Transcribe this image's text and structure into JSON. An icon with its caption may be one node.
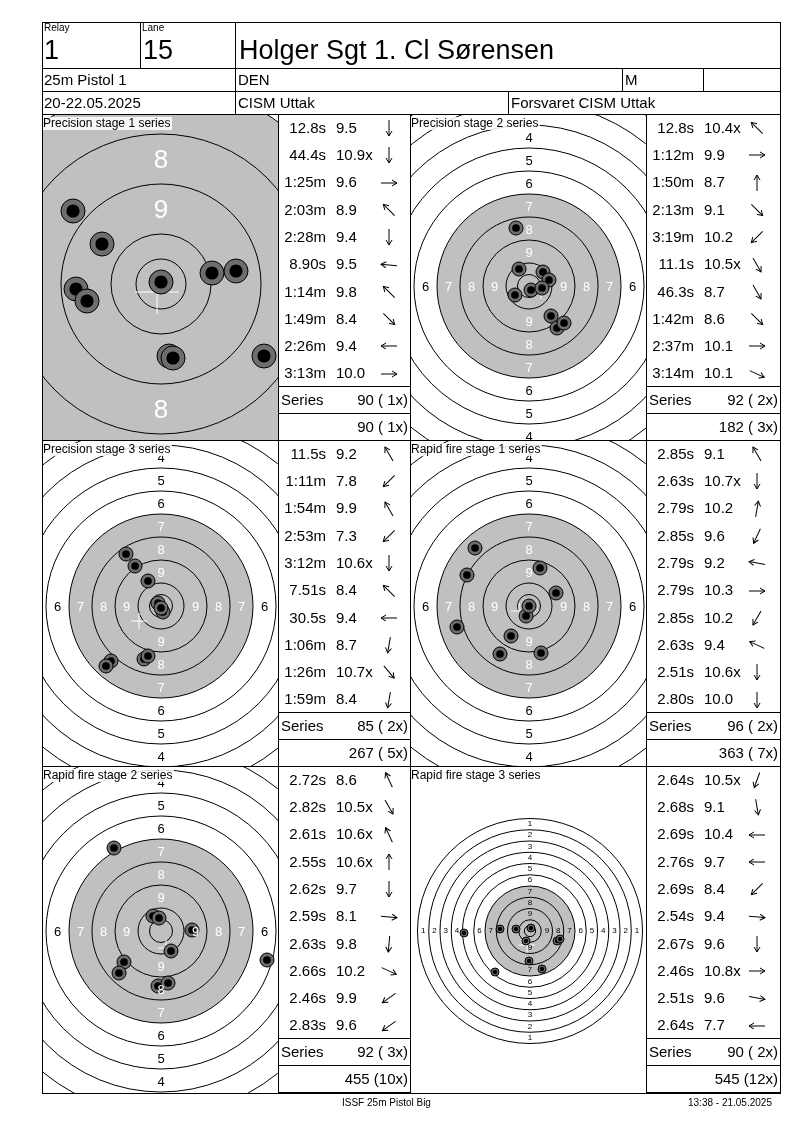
{
  "diagram": {
    "labels": [
      "Relay",
      "Lane",
      "1",
      "15",
      "Holger Sgt 1. Cl Sørensen",
      "25m Pistol 1",
      "DEN",
      "M",
      "20-22.05.2025",
      "CISM Uttak",
      "Forsvaret CISM Uttak",
      "Precision stage 1 series",
      "8",
      "9",
      "8",
      "12.8s",
      "9.5",
      "44.4s",
      "10.9x",
      "1:25m",
      "9.6",
      "2:03m",
      "8.9",
      "2:28m",
      "9.4",
      "8.90s",
      "9.5",
      "1:14m",
      "9.8",
      "1:49m",
      "8.4",
      "2:26m",
      "9.4",
      "3:13m",
      "10.0",
      "Series",
      "90 ( 1x)",
      "90 ( 1x)",
      "Precision stage 2 series",
      "4",
      "5",
      "6",
      "7",
      "8",
      "9",
      "6",
      "7",
      "8",
      "9",
      "9",
      "8",
      "7",
      "6",
      "9",
      "8",
      "7",
      "6",
      "5",
      "4",
      "12.8s",
      "10.4x",
      "1:12m",
      "9.9",
      "1:50m",
      "8.7",
      "2:13m",
      "9.1",
      "3:19m",
      "10.2",
      "11.1s",
      "10.5x",
      "46.3s",
      "8.7",
      "1:42m",
      "8.6",
      "2:37m",
      "10.1",
      "3:14m",
      "10.1",
      "Series",
      "92 ( 2x)",
      "182 ( 3x)",
      "Precision stage 3 series",
      "4",
      "5",
      "6",
      "7",
      "8",
      "9",
      "6",
      "7",
      "8",
      "9",
      "9",
      "8",
      "7",
      "6",
      "9",
      "8",
      "7",
      "6",
      "5",
      "4",
      "11.5s",
      "9.2",
      "1:11m",
      "7.8",
      "1:54m",
      "9.9",
      "2:53m",
      "7.3",
      "3:12m",
      "10.6x",
      "7.51s",
      "8.4",
      "30.5s",
      "9.4",
      "1:06m",
      "8.7",
      "1:26m",
      "10.7x",
      "1:59m",
      "8.4",
      "Series",
      "85 ( 2x)",
      "267 ( 5x)",
      "Rapid fire stage 1 series",
      "4",
      "5",
      "6",
      "7",
      "8",
      "9",
      "6",
      "7",
      "8",
      "9",
      "9",
      "8",
      "7",
      "6",
      "9",
      "8",
      "7",
      "6",
      "5",
      "4",
      "2.85s",
      "9.1",
      "2.63s",
      "10.7x",
      "2.79s",
      "10.2",
      "2.85s",
      "9.6",
      "2.79s",
      "9.2",
      "2.79s",
      "10.3",
      "2.85s",
      "10.2",
      "2.63s",
      "9.4",
      "2.51s",
      "10.6x",
      "2.80s",
      "10.0",
      "Series",
      "96 ( 2x)",
      "363 ( 7x)",
      "Rapid fire stage 2 series",
      "4",
      "5",
      "6",
      "7",
      "8",
      "9",
      "6",
      "7",
      "8",
      "9",
      "9",
      "8",
      "7",
      "6",
      "9",
      "8",
      "7",
      "6",
      "5",
      "4",
      "2.72s",
      "8.6",
      "2.82s",
      "10.5x",
      "2.61s",
      "10.6x",
      "2.55s",
      "10.6x",
      "2.62s",
      "9.7",
      "2.59s",
      "8.1",
      "2.63s",
      "9.8",
      "2.66s",
      "10.2",
      "2.46s",
      "9.9",
      "2.83s",
      "9.6",
      "Series",
      "92 ( 3x)",
      "455 (10x)",
      "Rapid fire stage 3 series",
      "1",
      "2",
      "3",
      "4",
      "5",
      "6",
      "7",
      "8",
      "9",
      "1",
      "2",
      "3",
      "4",
      "6",
      "7",
      "9",
      "8",
      "7",
      "6",
      "5",
      "4",
      "3",
      "2",
      "1",
      "9",
      "7",
      "6",
      "5",
      "4",
      "3",
      "2",
      "1",
      "2.64s",
      "10.5x",
      "2.68s",
      "9.1",
      "2.69s",
      "10.4",
      "2.76s",
      "9.7",
      "2.69s",
      "8.4",
      "2.54s",
      "9.4",
      "2.67s",
      "9.6",
      "2.46s",
      "10.8x",
      "2.51s",
      "9.6",
      "2.64s",
      "7.7",
      "Series",
      "90 ( 2x)",
      "545 (12x)",
      "ISSF 25m Pistol Big",
      "13:38 - 21.05.2025"
    ]
  }
}
